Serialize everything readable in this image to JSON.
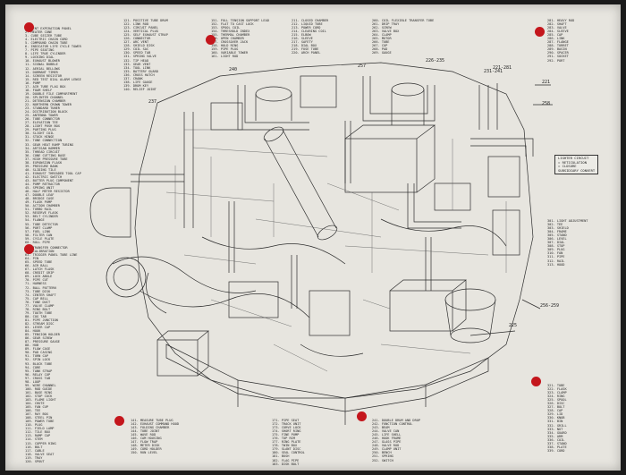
{
  "lists": {
    "col1_top": [
      "1. VENT EXPIRATION PANEL",
      "2. HEATER CONE",
      "3. CUBE SEIZER TUBE",
      "4. ELECTRIC CHAIN CORD",
      "5. COMPOUND CHAIN TUBE",
      "6. INDICATOR LIFE CYCLE TOWER",
      "7. PIPE SEATING",
      "8. LIFE TRUE CYLINDER",
      "9. LOCKING DIAL",
      "10. EXHAUST BLOWER",
      "11. SIGNAL BUBBLE",
      "12. AERIAL BELLOWS",
      "13. DORMANT TIMER",
      "14. SCREEN RESISTOR",
      "15. RED TEST DIAL ALARM LENSE",
      "16. PUMP",
      "17. AIR TUBE FLAG BOX",
      "18. FOAM SHELF",
      "19. DOUBLE FILE COMPARTMENT",
      "20. SPLINTER CHANNEL",
      "21. DETENSION CHAMBER",
      "22. NORTHERN CROWN TOWER",
      "23. STANDARD TUNER",
      "24. DISTRIBUTION BLOCK",
      "25. ANTENNA TOWER",
      "26. TUBE CONNECTOR",
      "27. ELEVATION TEE",
      "28. LIGHT PUSH BOX",
      "29. PARTING PLUG",
      "30. SLIGHT COIL",
      "31. STOCK HINGE",
      "32. TUNE CONNECTION",
      "33. GEAR HEAT RAMP TUBING",
      "34. ARTISAN HAMMER",
      "35. THREAD CIRCUIT",
      "36. CONE CUTTING BASE",
      "37. HIGH PRESSURE TUBE",
      "38. EXPANSION FLASK",
      "39. PRESSURE BANK",
      "40. SLIDING TILE",
      "41. EXHAUST THREADED TOOL CAP",
      "42. ELECTRIC SWITCH",
      "43. BUTTER PLUG COMPONENT",
      "44. PUMP RETRACTOR",
      "45. SPRING UNIT",
      "46. HALF METER RESISTOR",
      "47. DOUBLE LEAF",
      "48. BRIDGE CASE",
      "49. FLASK PUMP",
      "50. ACTION CHAMBER",
      "51. TURBO RAIL",
      "52. RESERVE FLASK",
      "53. BELT CYLINDER",
      "54. FLANGE",
      "55. TUBE DETECTOR",
      "56. PORT CLAMP",
      "57. FUEL LINK",
      "58. FILTER CAN",
      "59. CYCLE PLATE",
      "60. ROLL PIPE"
    ],
    "col1_bottom": [
      "61. TRANSFER CONNECTOR",
      "62. CALIBRATION",
      "63. TRIGGER PANEL TUBE LINE",
      "64. PIN",
      "65. SPEED TUBE",
      "66. AIR BALL",
      "67. LATCH FLASK",
      "68. CREDIT GRIP",
      "69. LOCK ANGLE",
      "70. PIPE CUT",
      "71. HARNESS",
      "72. BALL PATTERN",
      "73. TUBE DISK",
      "74. CENTER SHAFT",
      "75. CAP BELL",
      "76. TUNE DUCT",
      "77. VALVE CLAMP",
      "78. RING BOLT",
      "79. TOOTH TUBE",
      "80. COG TAB",
      "81. PIPE JUNCTION",
      "82. STREAM DISC",
      "83. LEVER CAP",
      "84. HOOK",
      "85. TENSION HOLDER",
      "86. GEAR SCREW",
      "87. PRESSURE GAUGE",
      "88. HUB",
      "89. FLOW CASE",
      "90. PAD CASING",
      "91. TURN CAP",
      "92. SPIN LOCK",
      "93. BLOCK TUBE",
      "94. CORE",
      "95. TANK STRAP",
      "96. RELAY CUP",
      "97. CROSS TAB",
      "98. LOOP",
      "99. WIRE CHANNEL",
      "100. ROD GUIDE",
      "101. BASE RING",
      "102. STOP COCK",
      "103. FLAME LIGHT",
      "104. CHUTE",
      "105. FAN CUP",
      "106. TEE",
      "107. RAY BOX",
      "108. STEEL PIN",
      "109. POWER TUBE",
      "110. PLUG",
      "111. FIELD LAMP",
      "112. TILE BOX",
      "113. RAMP CAP",
      "114. STEM",
      "115. COPPER RING",
      "116. BOLT",
      "117. CABLE",
      "118. VALVE SEAT",
      "119. TRAY",
      "120. SPOUT"
    ],
    "col2_top": [
      "121. POSITIVE TUBE DRUM",
      "122. LINK ROD",
      "123. CIRCUIT PANEL",
      "124. VERTICAL PLUG",
      "125. SELF EXHAUST STRAP",
      "126. CONNECTOR",
      "127. ARC VENT",
      "128. SHIELD DISK",
      "129. COIL SAC",
      "130. SPEED TAB",
      "131. SPRING VALVE",
      "132. TIP HEAD",
      "133. GEAR VENT",
      "134. TOOL LINK",
      "135. BATTERY GUARD",
      "136. CROSS HATCH",
      "137. CRANK",
      "138. LIFE GAUGE",
      "139. DRUM KEY",
      "140. RELIEF JOINT"
    ],
    "col2_bottom": [
      "141. MEASURE TUBE PLUG",
      "142. EXHAUST COMMAND HOOD",
      "143. FOLDING CHAMBER",
      "144. TUBE JOINT",
      "145. WAVE ROD",
      "146. CAM HOUSING",
      "147. FLOW TRAP",
      "148. METER DISK",
      "149. CORD HOLDER",
      "150. RUN LEVEL"
    ],
    "col3_top": [
      "151. FULL TENSION SUPPORT LEAD",
      "152. FLAT TO CAST LOCK",
      "153. SPOOL COIL",
      "154. THRESHOLD INDEX",
      "155. THERMAL CHAMBER",
      "156. OPEN CHAMBER",
      "157. CROSSOVER JACK",
      "158. HOLD RING",
      "159. PIPE PLUG",
      "160. VARIABLE TOWER",
      "161. LIGHT ROD"
    ],
    "col3_bottom": [
      "171. PIPE SEAT",
      "172. TRACK UNIT",
      "173. CURVE LOCK",
      "174. SHORT RING",
      "175. FINE PUMP",
      "176. TOP RIM",
      "177. RING PLATE",
      "178. TWIN BOX",
      "179. SLANT DISC",
      "180. SEAL CONTROL",
      "181. BUSH",
      "182. FLAG PIPE",
      "183. DISK BOLT"
    ],
    "col4_top": [
      "211. CLOSED CHAMBER",
      "212. LIQUID TUBE",
      "213. POWER CORD",
      "214. CLEARING COIL",
      "215. ELBOW",
      "216. SLEEVE",
      "217. SAFETY",
      "218. DIAL BOX",
      "219. FUSE TUBE",
      "220. ARCH PANEL"
    ],
    "col4_bottom": [
      "241. DOUBLE DRUM AND DROP",
      "242. FUNCTION CONTROL",
      "243. BEAM",
      "244. VALVE CAN",
      "245. LIFE SHELL",
      "246. HOOK FRAME",
      "247. GLASS PIPE",
      "248. VALVE ROD",
      "249. CLAMP UNIT",
      "250. BENCH",
      "251. SPRING",
      "252. SWITCH"
    ],
    "col5_top": [
      "260. COIL FLEXIBLE TRANSFER TUBE",
      "261. DRIP TRAY",
      "262. SCREW",
      "263. VALVE BOX",
      "264. CLAMP",
      "265. MOTOR",
      "266. TUBE",
      "267. CUP",
      "268. PAD",
      "269. GAUGE"
    ],
    "col6_top": [
      "281. HEAVY ROD",
      "282. SHAFT",
      "283. VALVE",
      "284. SLEEVE",
      "285. CAP",
      "286. LINK",
      "287. FLANGE",
      "288. TURRET",
      "289. BASIN",
      "290. SPACER",
      "291. SOCKET",
      "292. PORT"
    ],
    "col6_bottom": [
      "301. LIGHT ADJUSTMENT",
      "302. TEE",
      "303. SHIELD",
      "304. FRAME",
      "305. STAND",
      "306. LEVEL",
      "307. DIAL",
      "308. STOP",
      "309. PLUG",
      "310. FAN",
      "311. PIPE",
      "312. RAIL",
      "313. HOOD"
    ],
    "col7_bottom": [
      "321. TUBE",
      "322. FLASK",
      "323. CLAMP",
      "324. RING",
      "325. SPOOL",
      "326. DISC",
      "327. BOLT",
      "328. CAP",
      "329. LID",
      "330. KNOB",
      "331. BIN",
      "332. GRILL",
      "333. NUT",
      "334. GUARD",
      "335. ARM",
      "336. COIL",
      "337. STAND",
      "338. PLATE",
      "339. CORD"
    ]
  },
  "legend": [
    "LIGHTER CIRCUIT",
    "= RETICULATION",
    "= CLOSURE",
    "SUBSIDIARY CONVERT"
  ],
  "callouts": [
    "221",
    "221-281",
    "257",
    "258",
    "256-259",
    "225",
    "231-241",
    "226-235",
    "240",
    "237"
  ],
  "colors": {
    "paper": "#e7e5df",
    "ink": "#2b2b2b",
    "dot": "#c4161c",
    "frame": "#1a1a1a"
  }
}
